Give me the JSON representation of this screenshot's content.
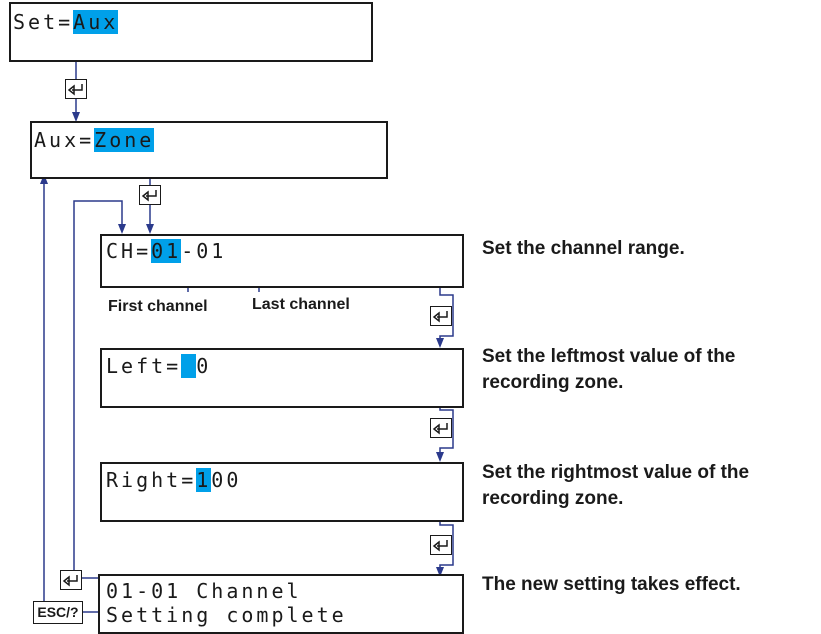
{
  "screens": {
    "set": {
      "prefix": "Set=",
      "value": "Aux"
    },
    "aux": {
      "prefix": "Aux=",
      "value": "Zone"
    },
    "ch": {
      "prefix": "CH=",
      "first": "01",
      "dash": "-",
      "last": "01"
    },
    "left": {
      "prefix": "Left=",
      "cursor": " ",
      "rest": "0"
    },
    "right": {
      "prefix": "Right=",
      "cursor": "1",
      "rest": "00"
    },
    "complete": {
      "line1": "01-01 Channel",
      "line2": "Setting complete"
    }
  },
  "labels": {
    "first_channel": "First channel",
    "last_channel": "Last channel"
  },
  "descriptions": {
    "ch": "Set the channel range.",
    "left_1": "Set the leftmost value of the",
    "left_2": "recording zone.",
    "right_1": "Set the rightmost value of the",
    "right_2": "recording zone.",
    "complete": "The new setting takes effect."
  },
  "keys": {
    "esc": "ESC/?",
    "enter_icon": "enter-key-icon"
  },
  "colors": {
    "highlight": "#00a0e9",
    "line": "#1a1a1a",
    "arrow": "#2b3a8c"
  }
}
